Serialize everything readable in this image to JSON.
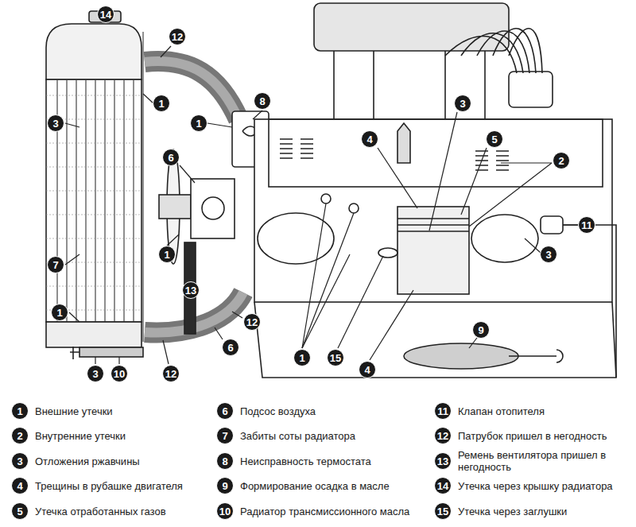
{
  "diagram": {
    "labels": [
      "14",
      "12",
      "3",
      "1",
      "8",
      "1",
      "3",
      "4",
      "5",
      "2",
      "6",
      "11",
      "3",
      "7",
      "1",
      "13",
      "12",
      "6",
      "1",
      "3",
      "10",
      "12",
      "1",
      "15",
      "4",
      "9",
      "1",
      "2",
      "3",
      "4",
      "5",
      "6",
      "7",
      "8",
      "9",
      "10",
      "11",
      "12",
      "13",
      "14",
      "15"
    ],
    "legend": [
      {
        "text": "Внешние утечки"
      },
      {
        "text": "Внутренние утечки"
      },
      {
        "text": "Отложения ржавчины"
      },
      {
        "text": "Трещины в рубашке двигателя"
      },
      {
        "text": "Утечка отработанных газов"
      },
      {
        "text": "Подсос воздуха"
      },
      {
        "text": "Забиты соты радиатора"
      },
      {
        "text": "Неисправность термостата"
      },
      {
        "text": "Формирование осадка в масле"
      },
      {
        "text": "Радиатор трансмиссионного масла"
      },
      {
        "text": "Клапан отопителя"
      },
      {
        "text": "Патрубок пришел в негодность"
      },
      {
        "text": "Ремень вентилятора пришел в негодность"
      },
      {
        "text": "Утечка через крышку радиатора"
      },
      {
        "text": "Утечка через заглушки"
      }
    ]
  }
}
